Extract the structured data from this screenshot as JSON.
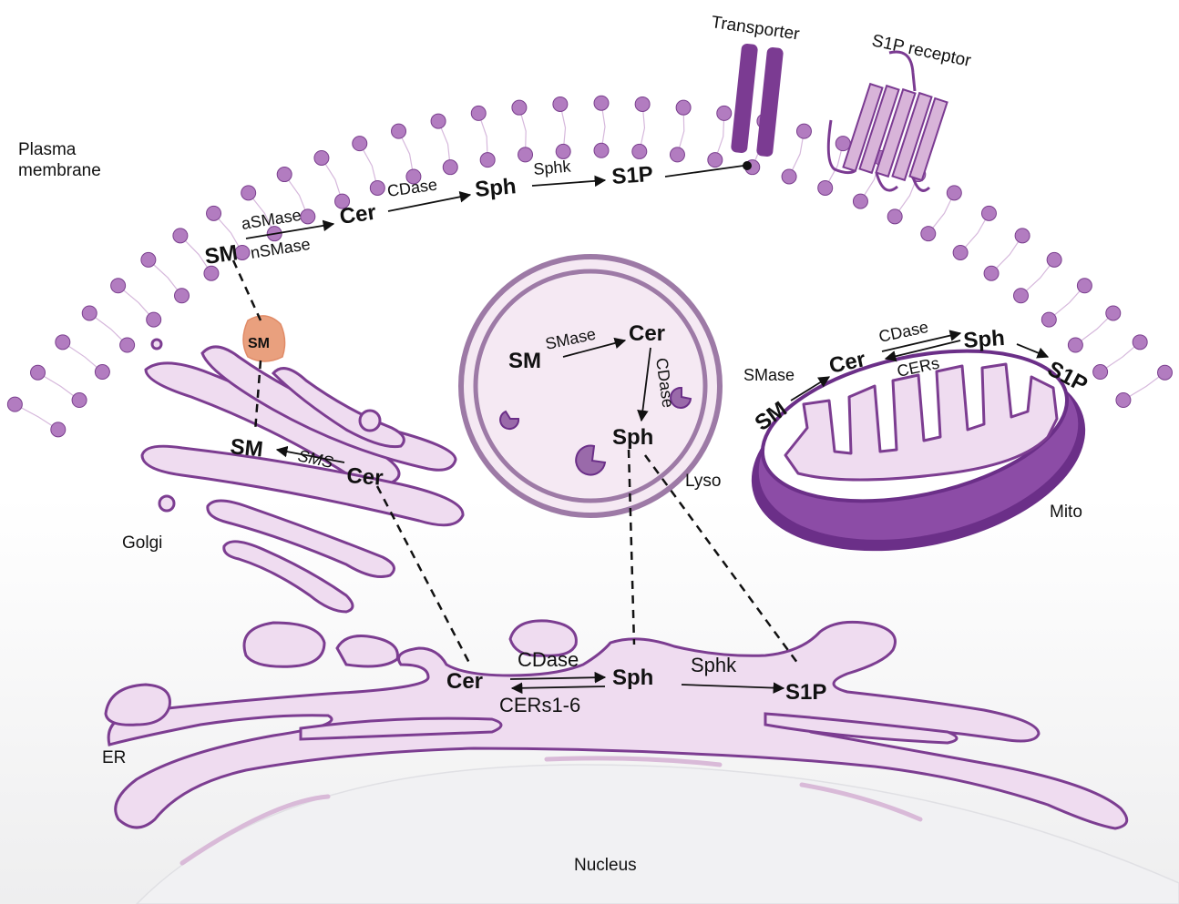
{
  "colors": {
    "membrane_head": "#b27cc0",
    "membrane_outline": "#7a3f8e",
    "organelle_fill": "#efdcf0",
    "organelle_stroke": "#7c3d91",
    "mito_fill": "#8c4ca6",
    "mito_dark": "#6b2f88",
    "lyso_ring": "#9d7aa6",
    "lyso_fill": "#f5e9f3",
    "sm_blob": "#e9a07e",
    "transporter": "#7b3b92",
    "receptor": "#d8b4d9"
  },
  "labels": {
    "plasma_membrane_1": "Plasma",
    "plasma_membrane_2": "membrane",
    "transporter": "Transporter",
    "s1p_receptor": "S1P receptor",
    "golgi": "Golgi",
    "lyso": "Lyso",
    "mito": "Mito",
    "er": "ER",
    "nucleus": "Nucleus"
  },
  "plasma_membrane_pathway": {
    "sm": "SM",
    "asmase": "aSMase",
    "nsmase": "nSMase",
    "cer": "Cer",
    "cdase": "CDase",
    "sph": "Sph",
    "sphk": "Sphk",
    "s1p": "S1P"
  },
  "golgi_pathway": {
    "sm_vesicle": "SM",
    "sm": "SM",
    "sms": "SMS",
    "cer": "Cer"
  },
  "lysosome_pathway": {
    "sm": "SM",
    "smase": "SMase",
    "cer": "Cer",
    "cdase": "CDase",
    "sph": "Sph"
  },
  "mito_pathway": {
    "sm": "SM",
    "smase": "SMase",
    "cer": "Cer",
    "cdase": "CDase",
    "cers": "CERs",
    "sph": "Sph",
    "s1p": "S1P"
  },
  "er_pathway": {
    "cer": "Cer",
    "cdase": "CDase",
    "cers": "CERs1-6",
    "sph": "Sph",
    "sphk": "Sphk",
    "s1p": "S1P"
  }
}
